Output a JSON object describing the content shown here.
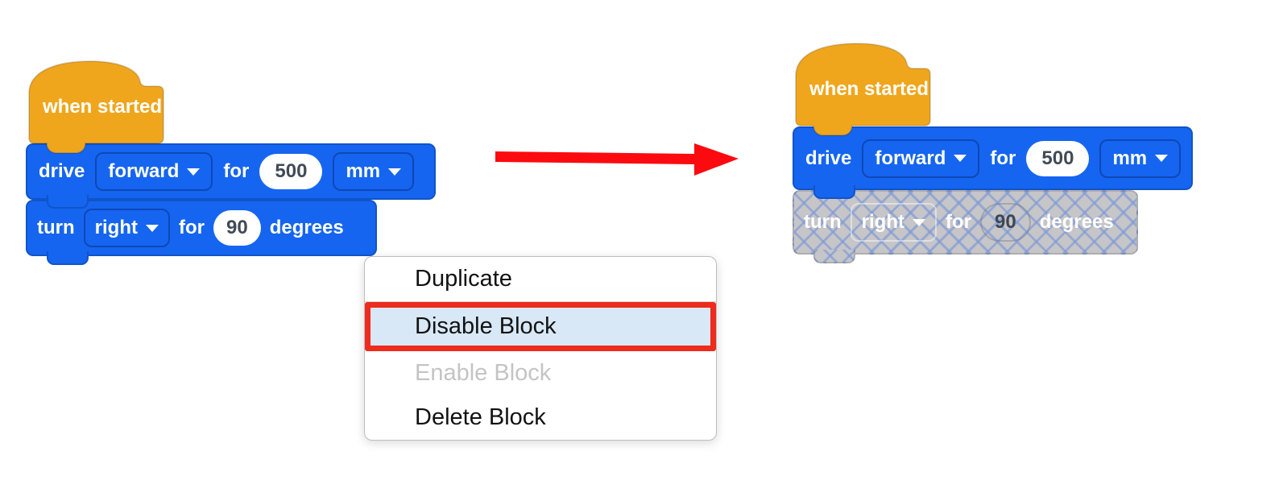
{
  "workspace": {
    "left": {
      "hat_label": "when started",
      "drive": {
        "verb": "drive",
        "direction": "forward",
        "for_label": "for",
        "value": "500",
        "unit": "mm"
      },
      "turn": {
        "verb": "turn",
        "direction": "right",
        "for_label": "for",
        "value": "90",
        "unit_label": "degrees"
      }
    },
    "right": {
      "hat_label": "when started",
      "drive": {
        "verb": "drive",
        "direction": "forward",
        "for_label": "for",
        "value": "500",
        "unit": "mm"
      },
      "turn": {
        "verb": "turn",
        "direction": "right",
        "for_label": "for",
        "value": "90",
        "unit_label": "degrees",
        "state": "disabled"
      }
    }
  },
  "context_menu": {
    "items": [
      {
        "label": "Duplicate",
        "state": "normal"
      },
      {
        "label": "Disable Block",
        "state": "highlighted"
      },
      {
        "label": "Enable Block",
        "state": "disabled"
      },
      {
        "label": "Delete Block",
        "state": "normal"
      }
    ]
  },
  "icons": {
    "dropdown_arrow": "triangle-down"
  },
  "colors": {
    "block_blue": "#1565F0",
    "hat_orange": "#F0A61C",
    "disabled_gray": "#C6C5C8",
    "disabled_hatch_blue": "#7C99D6",
    "menu_highlight_bg": "#D9E8F6",
    "annotation_red": "#EE2B1C",
    "arrow_red": "#FB0B0F",
    "value_text": "#414B57"
  }
}
